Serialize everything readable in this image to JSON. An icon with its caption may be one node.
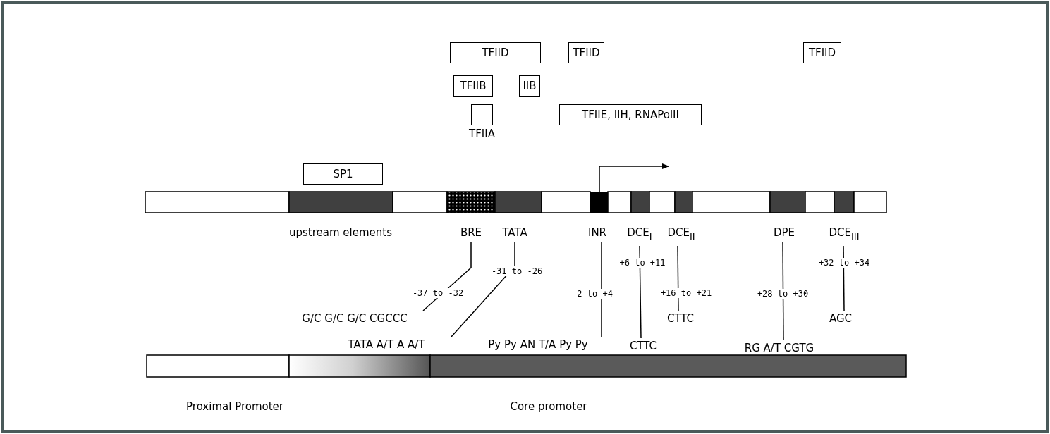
{
  "diagram": {
    "nodes": [
      {
        "text": [
          "TFIID"
        ]
      },
      {
        "text": [
          "TFIID"
        ]
      },
      {
        "text": [
          "TFIID"
        ]
      },
      {
        "text": [
          "TFIIB"
        ]
      },
      {
        "text": [
          "IIB"
        ]
      },
      {
        "text": [
          "TFIIA"
        ]
      },
      {
        "text": [
          "TFIIE, IIH, RNAPolII"
        ]
      },
      {
        "text": [
          "SP1"
        ]
      },
      {
        "text": [],
        "shape": "box"
      },
      {
        "text": [
          "BRE"
        ]
      },
      {
        "text": [
          "TATA"
        ]
      },
      {
        "text": [
          "INR"
        ]
      },
      {
        "text": [
          "DCE$_{I}$"
        ]
      },
      {
        "text": [
          "DCE$_{II}$"
        ]
      },
      {
        "text": [
          "DPE"
        ]
      },
      {
        "text": [
          "DCE$_{III}$"
        ]
      },
      {
        "text": [
          "G/C G/C G/C CGCCC"
        ]
      },
      {
        "text": [
          "CTTC"
        ]
      },
      {
        "text": [
          "AGC"
        ]
      },
      {
        "text": [
          "TATA A/T A A/T"
        ]
      },
      {
        "text": [
          "Py Py AN T/A Py Py"
        ]
      },
      {
        "text": [
          "CTTC"
        ]
      },
      {
        "text": [
          "RG A/T CGTG"
        ]
      }
    ],
    "edges": [
      {
        "from": 8,
        "to": null,
        "arrow": "to"
      },
      {
        "from": 9,
        "to": 16,
        "arrow": "none",
        "label": "-37 to -32"
      },
      {
        "from": 10,
        "to": 19,
        "arrow": "none",
        "label": "-31 to -26"
      },
      {
        "from": 11,
        "to": 20,
        "arrow": "none",
        "label": "-2 to +4"
      },
      {
        "from": 12,
        "to": 21,
        "arrow": "none",
        "label": "+6 to +11"
      },
      {
        "from": 13,
        "to": 17,
        "arrow": "none",
        "label": "+16 to +21"
      },
      {
        "from": 14,
        "to": 22,
        "arrow": "none",
        "label": "+28 to +30"
      },
      {
        "from": 15,
        "to": 18,
        "arrow": "none",
        "label": "+32 to +34"
      }
    ],
    "labels": [
      "upstream elements",
      "Proximal Promoter",
      "Core promoter"
    ]
  }
}
